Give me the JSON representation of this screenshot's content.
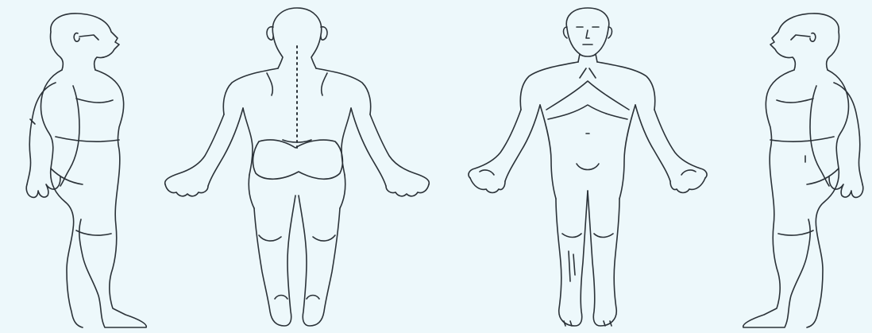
{
  "diagram": {
    "background_color": "#edf8fb",
    "line_color": "#2b3238",
    "figures": [
      {
        "view": "left-side"
      },
      {
        "view": "back"
      },
      {
        "view": "front"
      },
      {
        "view": "right-side"
      }
    ]
  }
}
